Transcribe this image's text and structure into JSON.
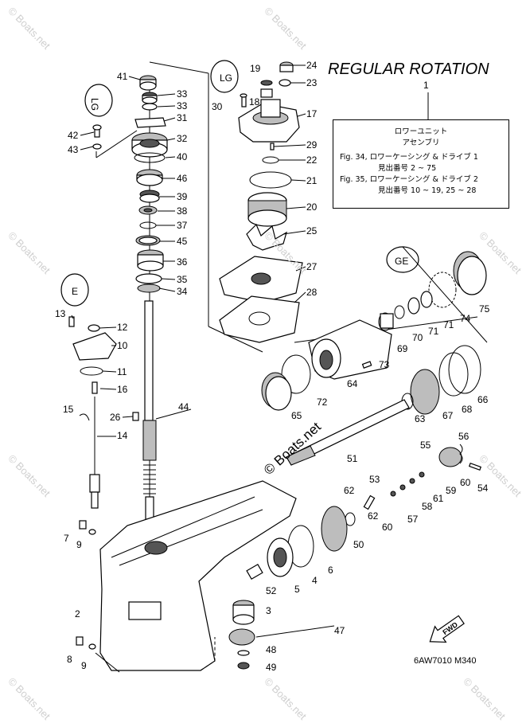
{
  "header": {
    "title": "REGULAR ROTATION"
  },
  "legend": {
    "ref_number": "1",
    "line1": "ロワーユニット",
    "line2": "アセンブリ",
    "fig34": "Fig. 34, ロワーケーシング & ドライブ 1",
    "fig34_sub": "見出番号 2 ~ 75",
    "fig35": "Fig. 35, ロワーケーシング & ドライブ 2",
    "fig35_sub": "見出番号 10 ~ 19, 25 ~ 28"
  },
  "copyright": "© Boats.net",
  "watermark": "© Boats.net",
  "drawing_code": "6AW7010 M340",
  "fwd_label": "FWD",
  "seal_labels": {
    "a": "LG",
    "b": "GE",
    "c": "E"
  },
  "callouts": [
    {
      "label": "41"
    },
    {
      "label": "33"
    },
    {
      "label": "33"
    },
    {
      "label": "31"
    },
    {
      "label": "32"
    },
    {
      "label": "40"
    },
    {
      "label": "46"
    },
    {
      "label": "39"
    },
    {
      "label": "38"
    },
    {
      "label": "37"
    },
    {
      "label": "45"
    },
    {
      "label": "36"
    },
    {
      "label": "35"
    },
    {
      "label": "34"
    },
    {
      "label": "42"
    },
    {
      "label": "43"
    },
    {
      "label": "19"
    },
    {
      "label": "18"
    },
    {
      "label": "30"
    },
    {
      "label": "24"
    },
    {
      "label": "23"
    },
    {
      "label": "17"
    },
    {
      "label": "29"
    },
    {
      "label": "22"
    },
    {
      "label": "21"
    },
    {
      "label": "20"
    },
    {
      "label": "25"
    },
    {
      "label": "27"
    },
    {
      "label": "28"
    },
    {
      "label": "13"
    },
    {
      "label": "12"
    },
    {
      "label": "10"
    },
    {
      "label": "11"
    },
    {
      "label": "16"
    },
    {
      "label": "15"
    },
    {
      "label": "14"
    },
    {
      "label": "26"
    },
    {
      "label": "44"
    },
    {
      "label": "75"
    },
    {
      "label": "74"
    },
    {
      "label": "71"
    },
    {
      "label": "71"
    },
    {
      "label": "70"
    },
    {
      "label": "69"
    },
    {
      "label": "73"
    },
    {
      "label": "64"
    },
    {
      "label": "72"
    },
    {
      "label": "65"
    },
    {
      "label": "66"
    },
    {
      "label": "68"
    },
    {
      "label": "67"
    },
    {
      "label": "63"
    },
    {
      "label": "51"
    },
    {
      "label": "56"
    },
    {
      "label": "55"
    },
    {
      "label": "60"
    },
    {
      "label": "54"
    },
    {
      "label": "59"
    },
    {
      "label": "53"
    },
    {
      "label": "62"
    },
    {
      "label": "61"
    },
    {
      "label": "58"
    },
    {
      "label": "57"
    },
    {
      "label": "62"
    },
    {
      "label": "60"
    },
    {
      "label": "50"
    },
    {
      "label": "7"
    },
    {
      "label": "9"
    },
    {
      "label": "6"
    },
    {
      "label": "4"
    },
    {
      "label": "5"
    },
    {
      "label": "52"
    },
    {
      "label": "2"
    },
    {
      "label": "3"
    },
    {
      "label": "47"
    },
    {
      "label": "48"
    },
    {
      "label": "49"
    },
    {
      "label": "8"
    },
    {
      "label": "9"
    }
  ]
}
